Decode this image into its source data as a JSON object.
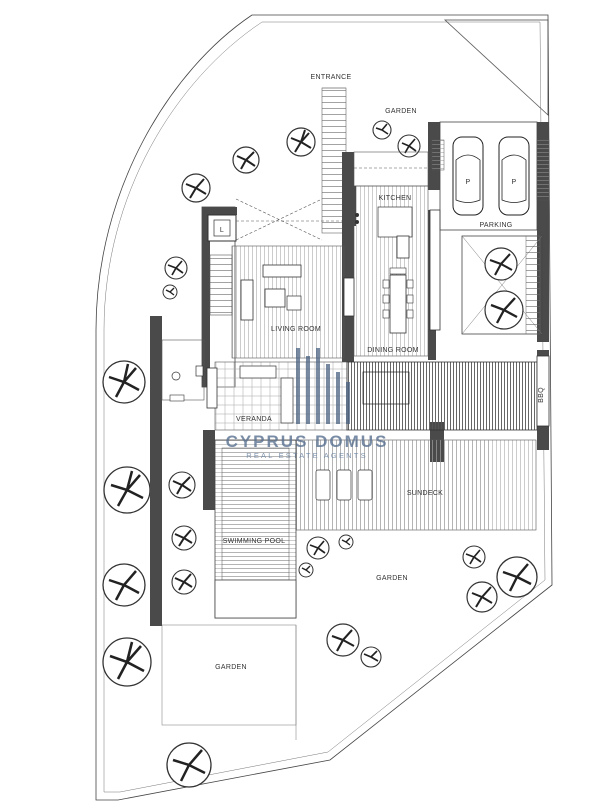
{
  "labels": {
    "entrance": "ENTRANCE",
    "garden_top": "GARDEN",
    "kitchen": "KITCHEN",
    "parking": "PARKING",
    "living_room": "LIVING ROOM",
    "dining_room": "DINING ROOM",
    "veranda": "VERANDA",
    "bbq": "BBQ",
    "sundeck": "SUNDECK",
    "swimming_pool": "SWIMMING POOL",
    "garden_right": "GARDEN",
    "garden_bottom": "GARDEN",
    "lift": "L",
    "parking_space_1": "P",
    "parking_space_2": "P"
  },
  "watermark": {
    "title": "CYPRUS DOMUS",
    "subtitle": "REAL ESTATE AGENTS",
    "color": "#5a7190"
  },
  "colors": {
    "wall": "#4a4a4a",
    "line": "#444444",
    "background": "#ffffff"
  }
}
